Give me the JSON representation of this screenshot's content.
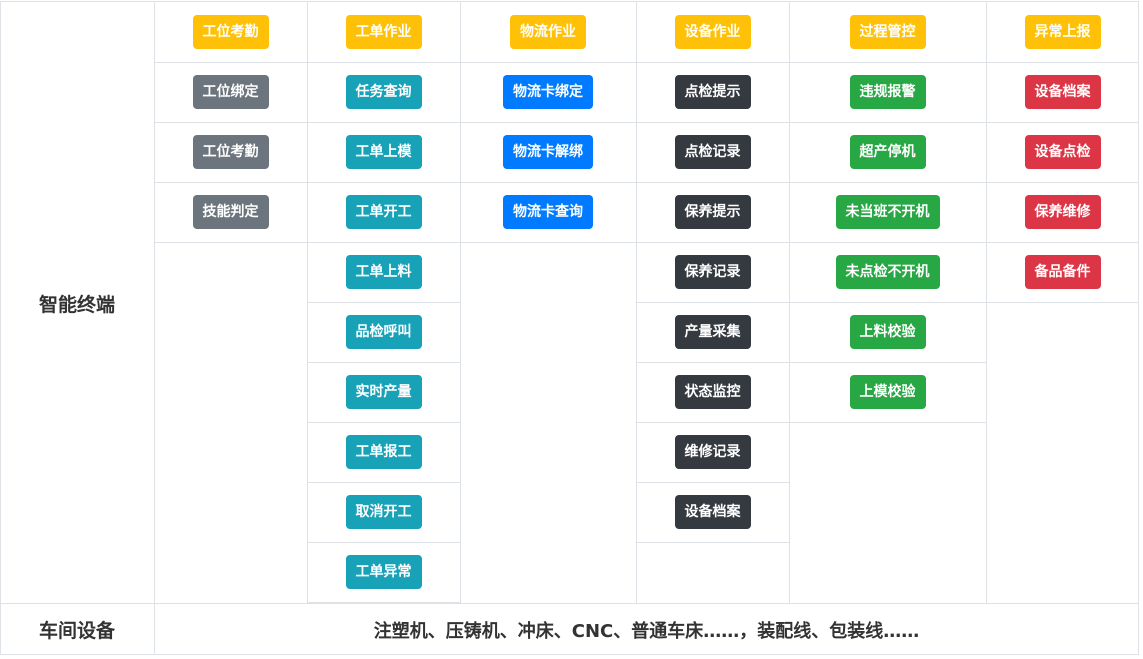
{
  "row_labels": {
    "terminal": "智能终端",
    "equipment": "车间设备"
  },
  "equipment_text": "注塑机、压铸机、冲床、CNC、普通车床……，装配线、包装线……",
  "colors": {
    "yellow": "#ffc107",
    "gray": "#6c757d",
    "teal": "#17a2b8",
    "blue": "#007bff",
    "dark": "#343a40",
    "green": "#28a745",
    "red": "#dc3545",
    "border": "#dee2e6"
  },
  "columns": [
    {
      "id": "station",
      "header": "工位考勤",
      "header_color": "yellow",
      "item_color": "gray",
      "items": [
        "工位绑定",
        "工位考勤",
        "技能判定"
      ]
    },
    {
      "id": "workorder",
      "header": "工单作业",
      "header_color": "yellow",
      "item_color": "teal",
      "items": [
        "任务查询",
        "工单上模",
        "工单开工",
        "工单上料",
        "品检呼叫",
        "实时产量",
        "工单报工",
        "取消开工",
        "工单异常"
      ]
    },
    {
      "id": "logistics",
      "header": "物流作业",
      "header_color": "yellow",
      "item_color": "blue",
      "items": [
        "物流卡绑定",
        "物流卡解绑",
        "物流卡查询"
      ]
    },
    {
      "id": "device",
      "header": "设备作业",
      "header_color": "yellow",
      "item_color": "dark",
      "items": [
        "点检提示",
        "点检记录",
        "保养提示",
        "保养记录",
        "产量采集",
        "状态监控",
        "维修记录",
        "设备档案"
      ]
    },
    {
      "id": "process",
      "header": "过程管控",
      "header_color": "yellow",
      "item_color": "green",
      "items": [
        "违规报警",
        "超产停机",
        "未当班不开机",
        "未点检不开机",
        "上料校验",
        "上模校验"
      ]
    },
    {
      "id": "exception",
      "header": "异常上报",
      "header_color": "yellow",
      "item_color": "red",
      "items": [
        "设备档案",
        "设备点检",
        "保养维修",
        "备品备件"
      ]
    }
  ]
}
